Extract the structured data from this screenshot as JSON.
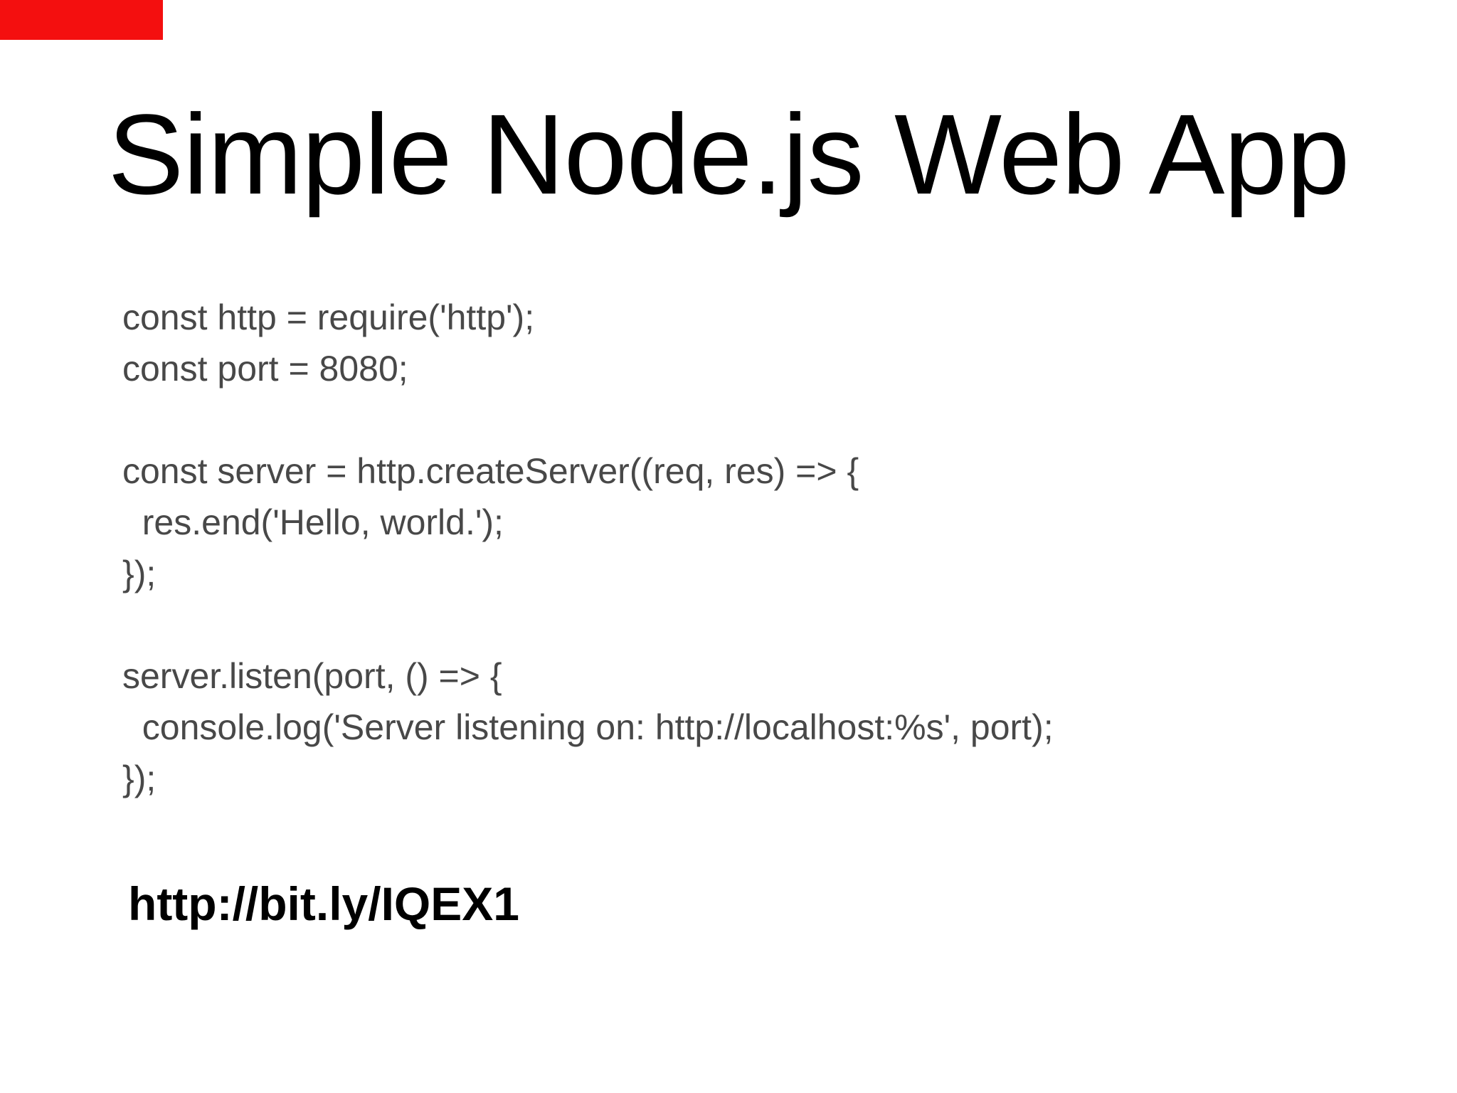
{
  "slide": {
    "title": "Simple Node.js Web App",
    "code_lines": [
      "const http = require('http');",
      "const port = 8080;",
      "",
      "const server = http.createServer((req, res) => {",
      "  res.end('Hello, world.');",
      "});",
      "",
      "server.listen(port, () => {",
      "  console.log('Server listening on: http://localhost:%s', port);",
      "});"
    ],
    "link": "http://bit.ly/IQEX1",
    "colors": {
      "background": "#ffffff",
      "title_text": "#000000",
      "code_text": "#484848",
      "link_text": "#000000",
      "corner_marker": "#f40f0f"
    }
  }
}
